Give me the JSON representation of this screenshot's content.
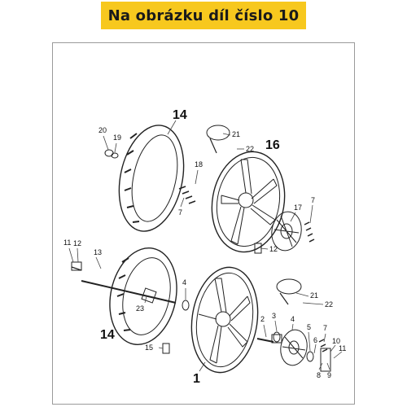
{
  "banner": {
    "text": "Na obrázku díl číslo 10",
    "color": "#f7c81e"
  },
  "labels": {
    "l1": "1",
    "l2": "2",
    "l3": "3",
    "l4a": "4",
    "l4b": "4",
    "l5": "5",
    "l6": "6",
    "l7a": "7",
    "l7b": "7",
    "l7c": "7",
    "l8": "8",
    "l9": "9",
    "l10": "10",
    "l11a": "11",
    "l11b": "11",
    "l12a": "12",
    "l12b": "12",
    "l13": "13",
    "l14a": "14",
    "l14b": "14",
    "l15": "15",
    "l16": "16",
    "l17": "17",
    "l18": "18",
    "l19": "19",
    "l20": "20",
    "l21a": "21",
    "l21b": "21",
    "l22a": "22",
    "l22b": "22",
    "l23": "23"
  },
  "icons": [
    "tire",
    "rim",
    "brake-disc",
    "axle",
    "speed-sensor-cable",
    "valve",
    "bolt"
  ]
}
